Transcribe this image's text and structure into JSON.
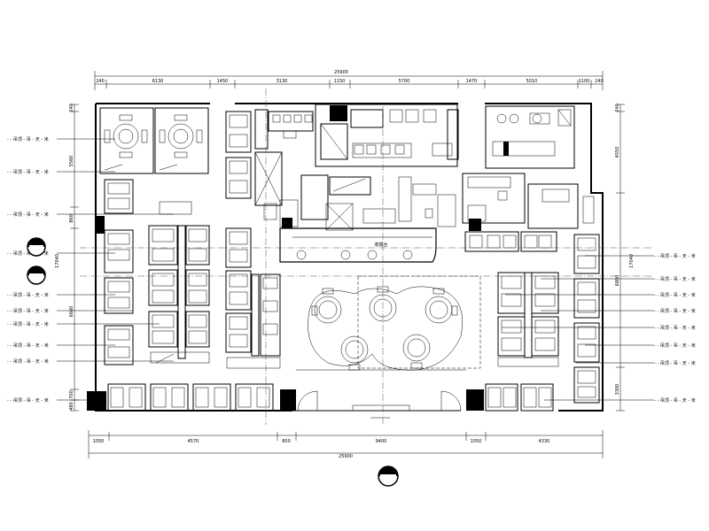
{
  "dimensions": {
    "top_overall": "25900",
    "top_segments": [
      "240",
      "6130",
      "1450",
      "3130",
      "1150",
      "5700",
      "1470",
      "5010",
      "1100",
      "240"
    ],
    "bottom_overall": "25900",
    "bottom_segments": [
      "1050",
      "4570",
      "800",
      "9400",
      "1050",
      "4330"
    ],
    "left_segments": [
      "240",
      "5560",
      "860",
      "6660",
      "700",
      "480"
    ],
    "left_total": "17040",
    "right_segments": [
      "240",
      "4550",
      "6800",
      "3300"
    ],
    "right_total": "17040"
  },
  "callouts": {
    "left": [
      "- - 吊顶 - 吊 - 天 - 米",
      "- - 吊顶 - 吊 - 天 - 米",
      "- - 吊顶 - 吊 - 天 - 米",
      "- - 吊顶 - 吊 - 天 - 米",
      "- - 吊顶 - 吊 - 天 - 米",
      "- - 吊顶 - 吊 - 天 - 米",
      "- - 吊顶 - 吊 - 天 - 米",
      "- - 吊顶 - 吊 - 天 - 米",
      "- - 吊顶 - 吊 - 天 - 米",
      "- - 吊顶 - 吊 - 天 - 米"
    ],
    "right": [
      "- - 吊顶 - 吊 - 天 - 米",
      "- - 吊顶 - 吊 - 天 - 米",
      "- - 吊顶 - 吊 - 天 - 米",
      "- - 吊顶 - 吊 - 天 - 米",
      "- - 吊顶 - 吊 - 天 - 米",
      "- - 吊顶 - 吊 - 天 - 米",
      "- - 吊顶 - 吊 - 天 - 米",
      "- - 吊顶 - 吊 - 天 - 米"
    ]
  },
  "rooms": {
    "service_counter": "收银台"
  },
  "colors": {
    "line": "#000000",
    "background": "#ffffff"
  }
}
